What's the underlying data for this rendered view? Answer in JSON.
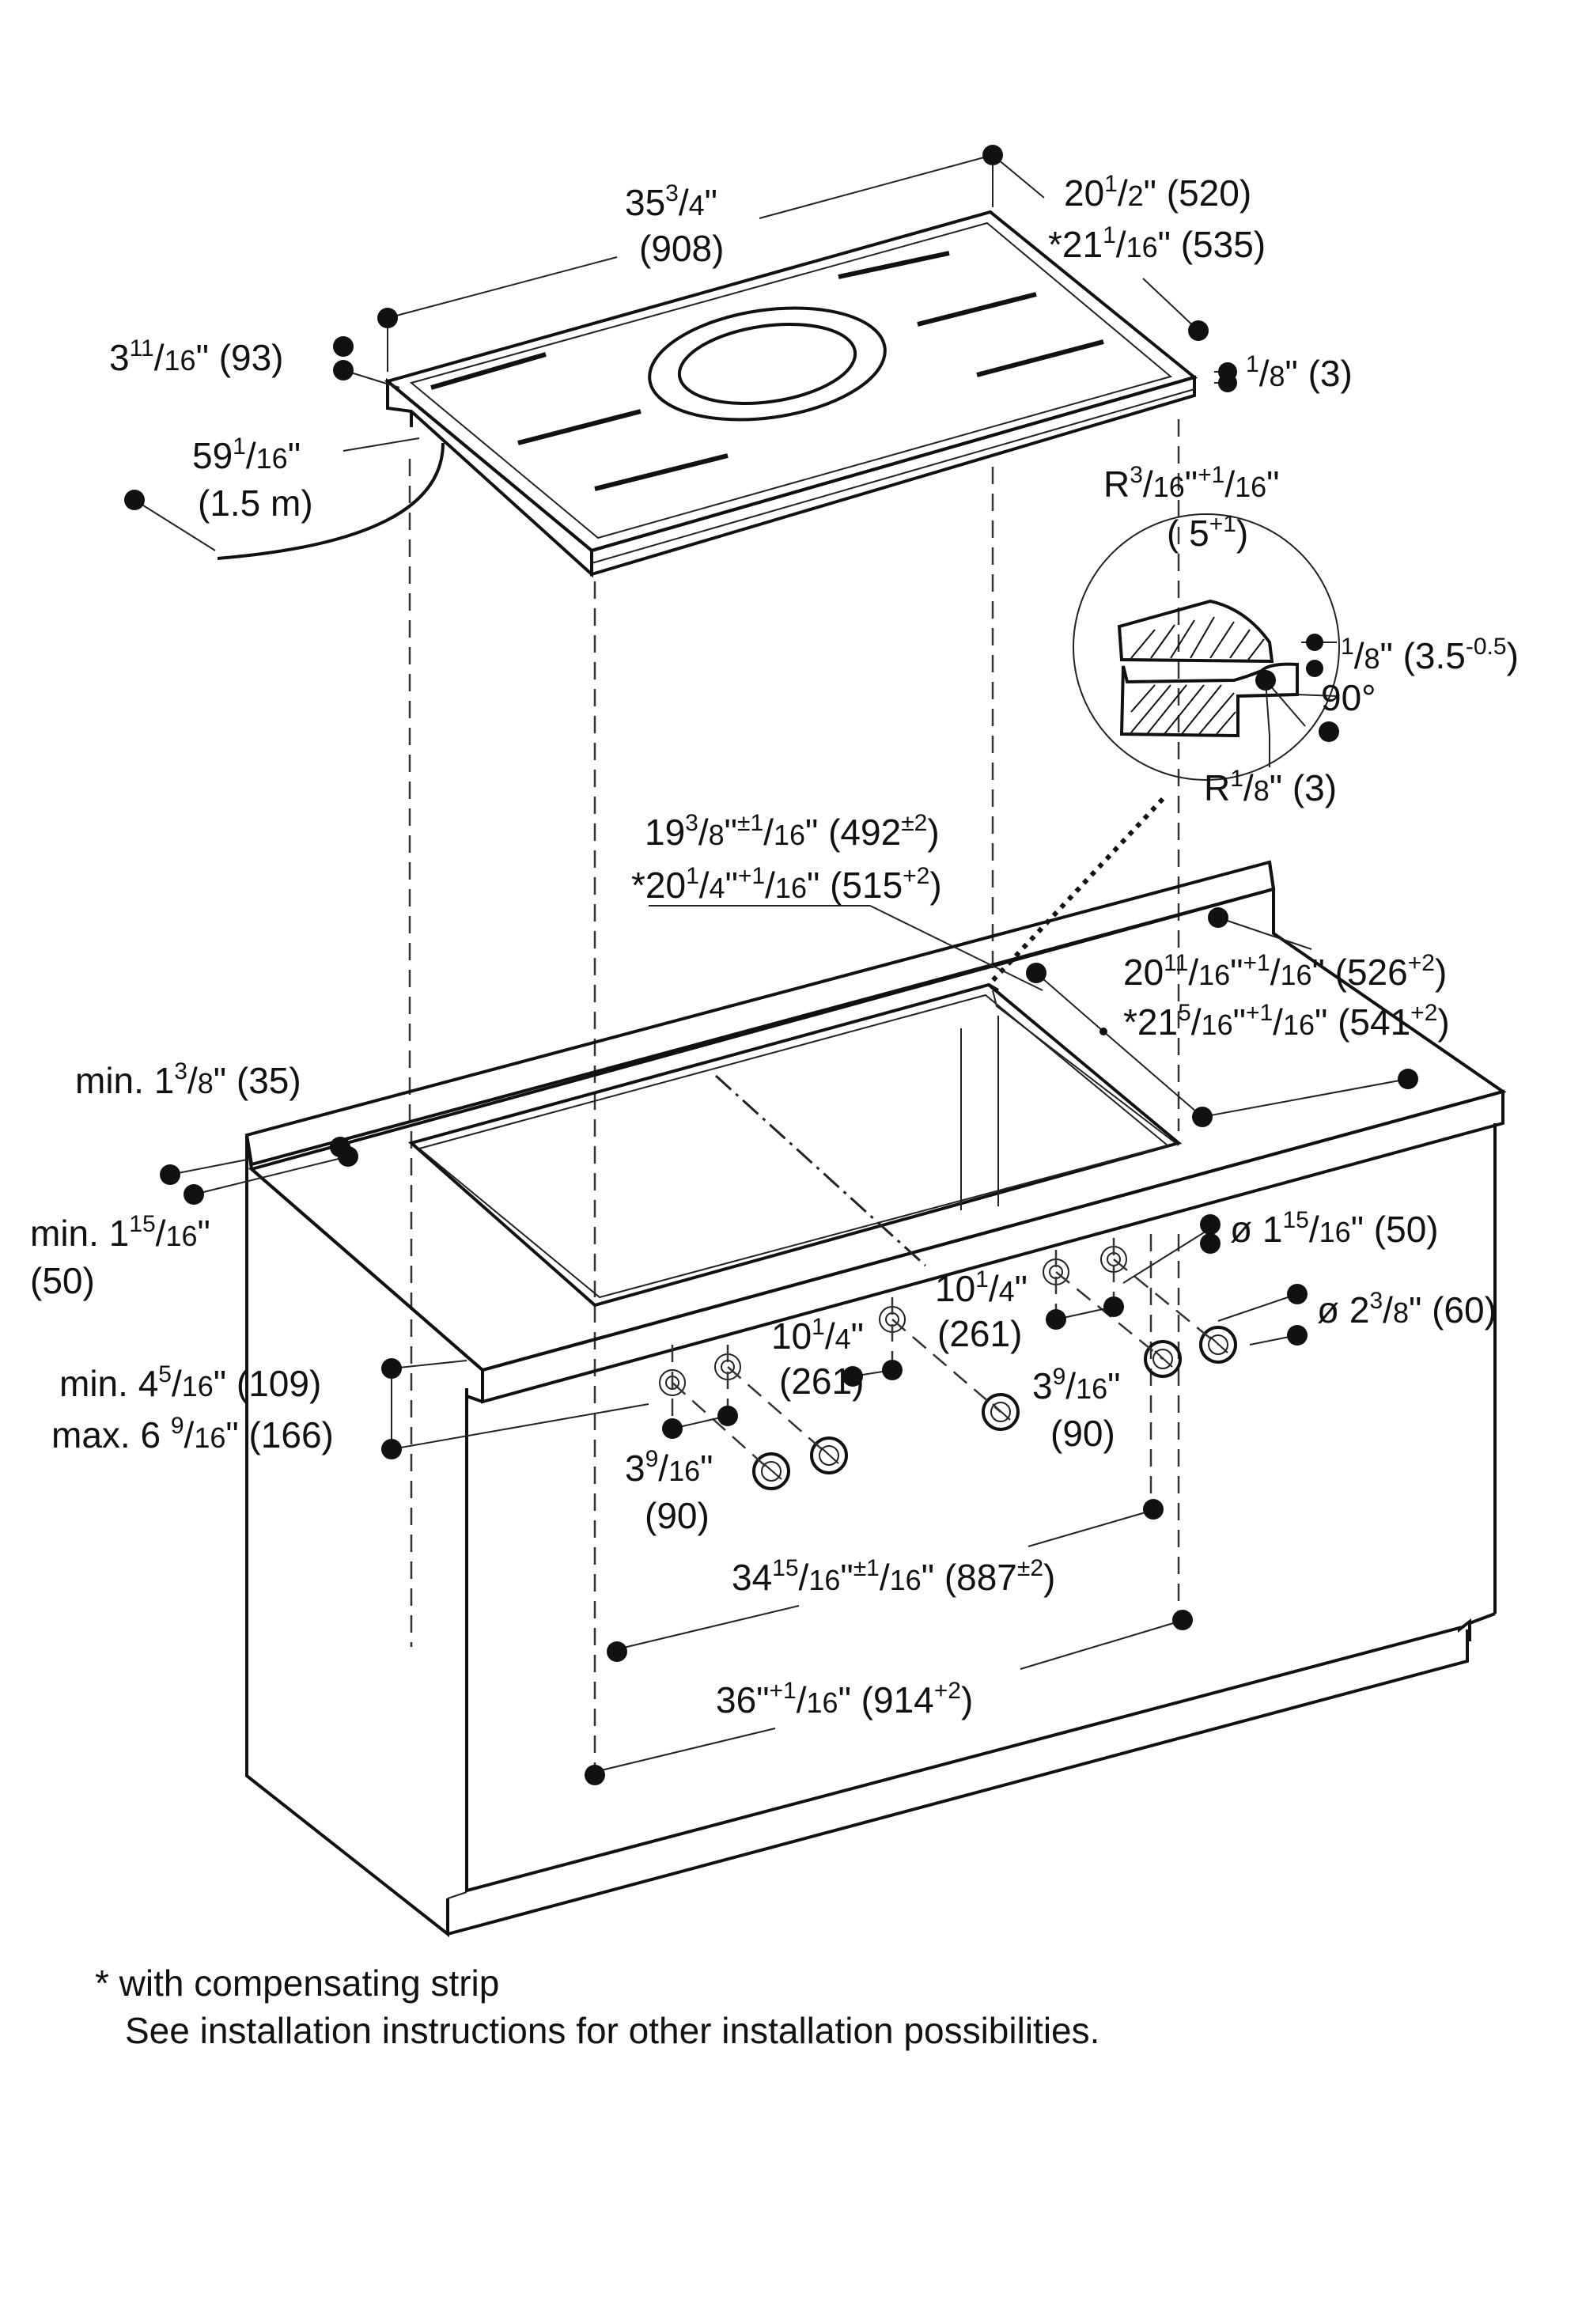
{
  "labels": {
    "top_width": {
      "whole": "35",
      "num": "3",
      "den": "4",
      "mm": "(908)"
    },
    "top_depth": {
      "whole": "20",
      "num": "1",
      "den": "2",
      "mm": "(520)"
    },
    "top_depth_alt": {
      "star": "*",
      "whole": "21",
      "num": "1",
      "den": "16",
      "mm": "(535)"
    },
    "top_height": {
      "whole": "3",
      "num": "11",
      "den": "16",
      "mm": "(93)"
    },
    "cable_length": {
      "whole": "59",
      "num": "1",
      "den": "16",
      "mm": "(1.5 m)"
    },
    "glass_edge": {
      "num": "1",
      "den": "8",
      "mm": "(3)"
    },
    "radius_top": {
      "r": "R",
      "num": "3",
      "den": "16",
      "tol": "+1",
      "tolden": "16",
      "mm": "( 5",
      "mmtol": "+1",
      "close": ")"
    },
    "step_height": {
      "num": "1",
      "den": "8",
      "mm": "(3.5",
      "mmtol": "-0.5",
      "close": ")"
    },
    "angle": "90°",
    "radius_bottom": {
      "r": "R",
      "num": "1",
      "den": "8",
      "mm": "(3)"
    },
    "cutout_depth": {
      "whole": "19",
      "num": "3",
      "den": "8",
      "tol": "±1",
      "tolden": "16",
      "mm": "(492",
      "mmtol": "±2",
      "close": ")"
    },
    "cutout_depth_alt": {
      "star": "*",
      "whole": "20",
      "num": "1",
      "den": "4",
      "tol": "+1",
      "tolden": "16",
      "mm": "(515",
      "mmtol": "+2",
      "close": ")"
    },
    "recess_depth": {
      "whole": "20",
      "num": "11",
      "den": "16",
      "tol": "+1",
      "tolden": "16",
      "mm": "(526",
      "mmtol": "+2",
      "close": ")"
    },
    "recess_depth_alt": {
      "star": "*",
      "whole": "21",
      "num": "5",
      "den": "16",
      "tol": "+1",
      "tolden": "16",
      "mm": "(541",
      "mmtol": "+2",
      "close": ")"
    },
    "min_front": {
      "pre": "min. ",
      "whole": "1",
      "num": "3",
      "den": "8",
      "mm": "(35)"
    },
    "min_side": {
      "pre": "min. ",
      "whole": "1",
      "num": "15",
      "den": "16",
      "mm": "(50)"
    },
    "knob_hole": {
      "pre": "ø ",
      "whole": "1",
      "num": "15",
      "den": "16",
      "mm": "(50)"
    },
    "knob_outer": {
      "pre": "ø ",
      "whole": "2",
      "num": "3",
      "den": "8",
      "mm": "(60)"
    },
    "knob_min": {
      "pre": "min. ",
      "whole": "4",
      "num": "5",
      "den": "16",
      "mm": "(109)"
    },
    "knob_max": {
      "pre": "max. ",
      "whole": "6 ",
      "num": "9",
      "den": "16",
      "mm": "(166)"
    },
    "knob_spacing_a": {
      "whole": "10",
      "num": "1",
      "den": "4",
      "mm": "(261)"
    },
    "knob_spacing_b": {
      "whole": "10",
      "num": "1",
      "den": "4",
      "mm": "(261)"
    },
    "knob_pair_left": {
      "whole": "3",
      "num": "9",
      "den": "16",
      "mm": "(90)"
    },
    "knob_pair_right": {
      "whole": "3",
      "num": "9",
      "den": "16",
      "mm": "(90)"
    },
    "inner_width": {
      "whole": "34",
      "num": "15",
      "den": "16",
      "tol": "±1",
      "tolden": "16",
      "mm": "(887",
      "mmtol": "±2",
      "close": ")"
    },
    "outer_width": {
      "whole": "36",
      "tol": "+1",
      "tolden": "16",
      "mm": "(914",
      "mmtol": "+2",
      "close": ")"
    }
  },
  "footnote": {
    "line1": "* with compensating strip",
    "line2": "See installation instructions for other installation possibilities."
  }
}
